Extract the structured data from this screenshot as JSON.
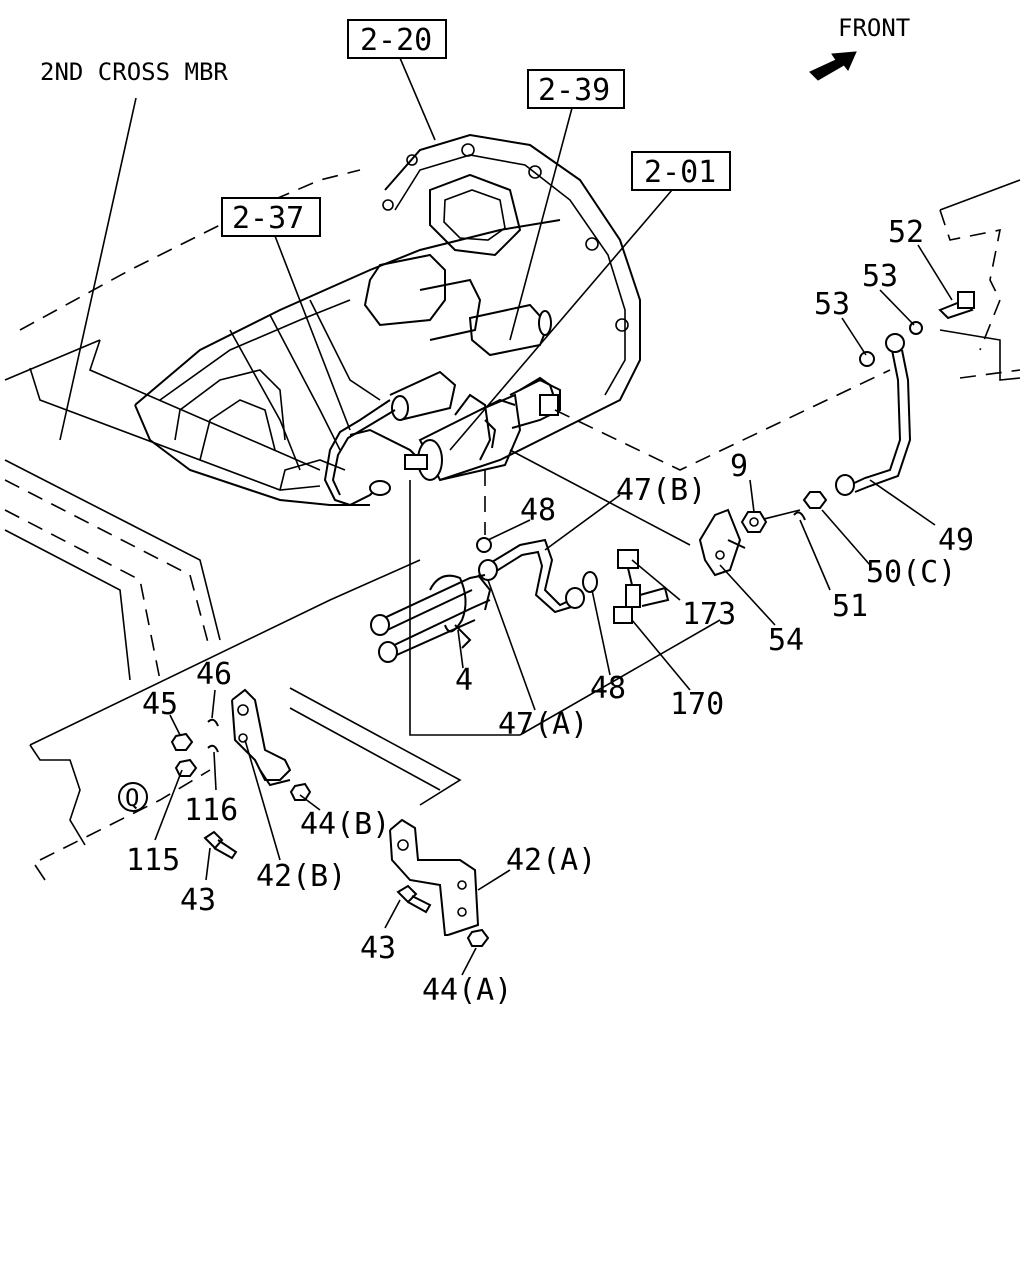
{
  "diagram": {
    "front_label": "FRONT",
    "cross_member_label": "2ND CROSS MBR",
    "ref_boxes": [
      "2-20",
      "2-39",
      "2-01",
      "2-37"
    ],
    "callouts": [
      "52",
      "53",
      "53",
      "9",
      "47(B)",
      "48",
      "49",
      "50(C)",
      "51",
      "173",
      "54",
      "4",
      "48",
      "170",
      "47(A)",
      "46",
      "45",
      "116",
      "44(B)",
      "115",
      "42(B)",
      "43",
      "42(A)",
      "43",
      "44(A)"
    ],
    "circle_marker": "Q"
  }
}
